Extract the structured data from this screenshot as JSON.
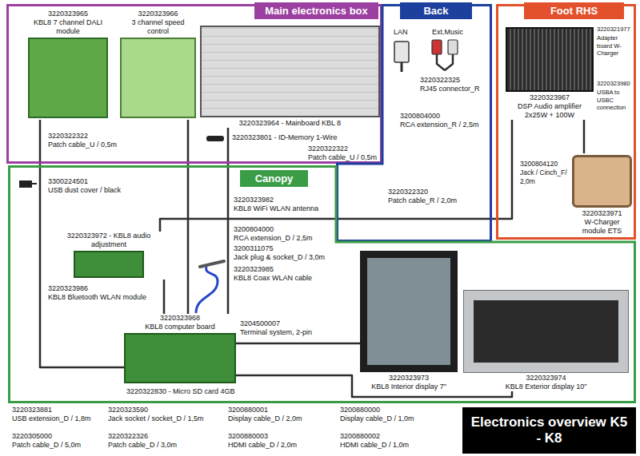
{
  "diagram": {
    "title": "Electronics overview K5 - K8",
    "nodes": [
      {
        "text": [
          "Main electronics box"
        ]
      },
      {
        "text": [
          "3220323965",
          "KBL8 7 channel DALI module"
        ],
        "in": 0
      },
      {
        "text": [
          "3220323966",
          "3 channel speed control"
        ],
        "in": 0
      },
      {
        "text": [
          "3220323964 - Mainboard KBL 8"
        ],
        "in": 0
      },
      {
        "text": [
          "Back"
        ]
      },
      {
        "text": [
          "Foot RHS"
        ]
      },
      {
        "text": [
          "3220323967",
          "DSP Audio amplifier 2x25W + 100W"
        ],
        "in": 5
      },
      {
        "text": [
          "3220323971",
          "W-Charger module ETS"
        ],
        "in": 5
      },
      {
        "text": [
          "Canopy"
        ]
      },
      {
        "text": [
          "3220323972 - KBL8 audio adjustment"
        ],
        "in": 8
      },
      {
        "text": [
          "3220323968",
          "KBL8 computer board"
        ],
        "in": 8
      },
      {
        "text": [
          "3220323973",
          "KBL8 Interior display 7\""
        ],
        "in": 8
      },
      {
        "text": [
          "3220323974",
          "KBL8 Exterior display 10\""
        ],
        "in": 8
      }
    ],
    "edges": [
      {
        "from": 1,
        "to": 10,
        "arrow": "none"
      },
      {
        "from": 2,
        "to": 10,
        "arrow": "none"
      },
      {
        "from": 3,
        "to": 10,
        "arrow": "none"
      },
      {
        "from": 10,
        "to": 9,
        "arrow": "none"
      },
      {
        "from": 10,
        "to": 11,
        "arrow": "none"
      },
      {
        "from": 10,
        "to": 12,
        "arrow": "none"
      },
      {
        "from": 9,
        "to": 6,
        "arrow": "none"
      },
      {
        "from": 6,
        "to": 7,
        "arrow": "none"
      }
    ],
    "labels": [
      "3220322322",
      "Patch cable_U / 0,5m",
      "3220323801 - ID-Memory 1-Wire",
      "3220322322",
      "Patch cable_U / 0,5m",
      "LAN",
      "Ext.Music",
      "3220322325",
      "RJ45 connector_R",
      "3200804000",
      "RCA extension_R / 2,5m",
      "3220322320",
      "Patch cable_R / 2,0m",
      "3220321977",
      "Adapter board W-Charger",
      "3220323980",
      "USBA to USBC connection",
      "3200804120",
      "Jack / Cinch_F/ 2,0m",
      "3300224501",
      "USB dust cover / black",
      "3220323982",
      "KBL8 WiFi WLAN antenna",
      "3220323985",
      "KBL8 Coax WLAN cable",
      "3220323986",
      "KBL8 Bluetooth WLAN module",
      "3200804000",
      "RCA extension_D / 2,5m",
      "3200311075",
      "Jack plug & socket_D / 3,0m",
      "3204500007",
      "Terminal system, 2-pin",
      "3220322830 - Micro SD card 4GB",
      "3220323881",
      "USB extension_D / 1,8m",
      "3220305000",
      "Patch cable_D / 5,0m",
      "3220323590",
      "Jack socket / socket_D / 1,5m",
      "3220322326",
      "Patch cable_D / 3,0m",
      "3200880001",
      "Display cable_D / 2,0m",
      "3200880003",
      "HDMI cable_D / 2,0m",
      "3200880000",
      "Display cable_D / 1,0m",
      "3200880002",
      "HDMI cable_D / 1,0m"
    ]
  }
}
